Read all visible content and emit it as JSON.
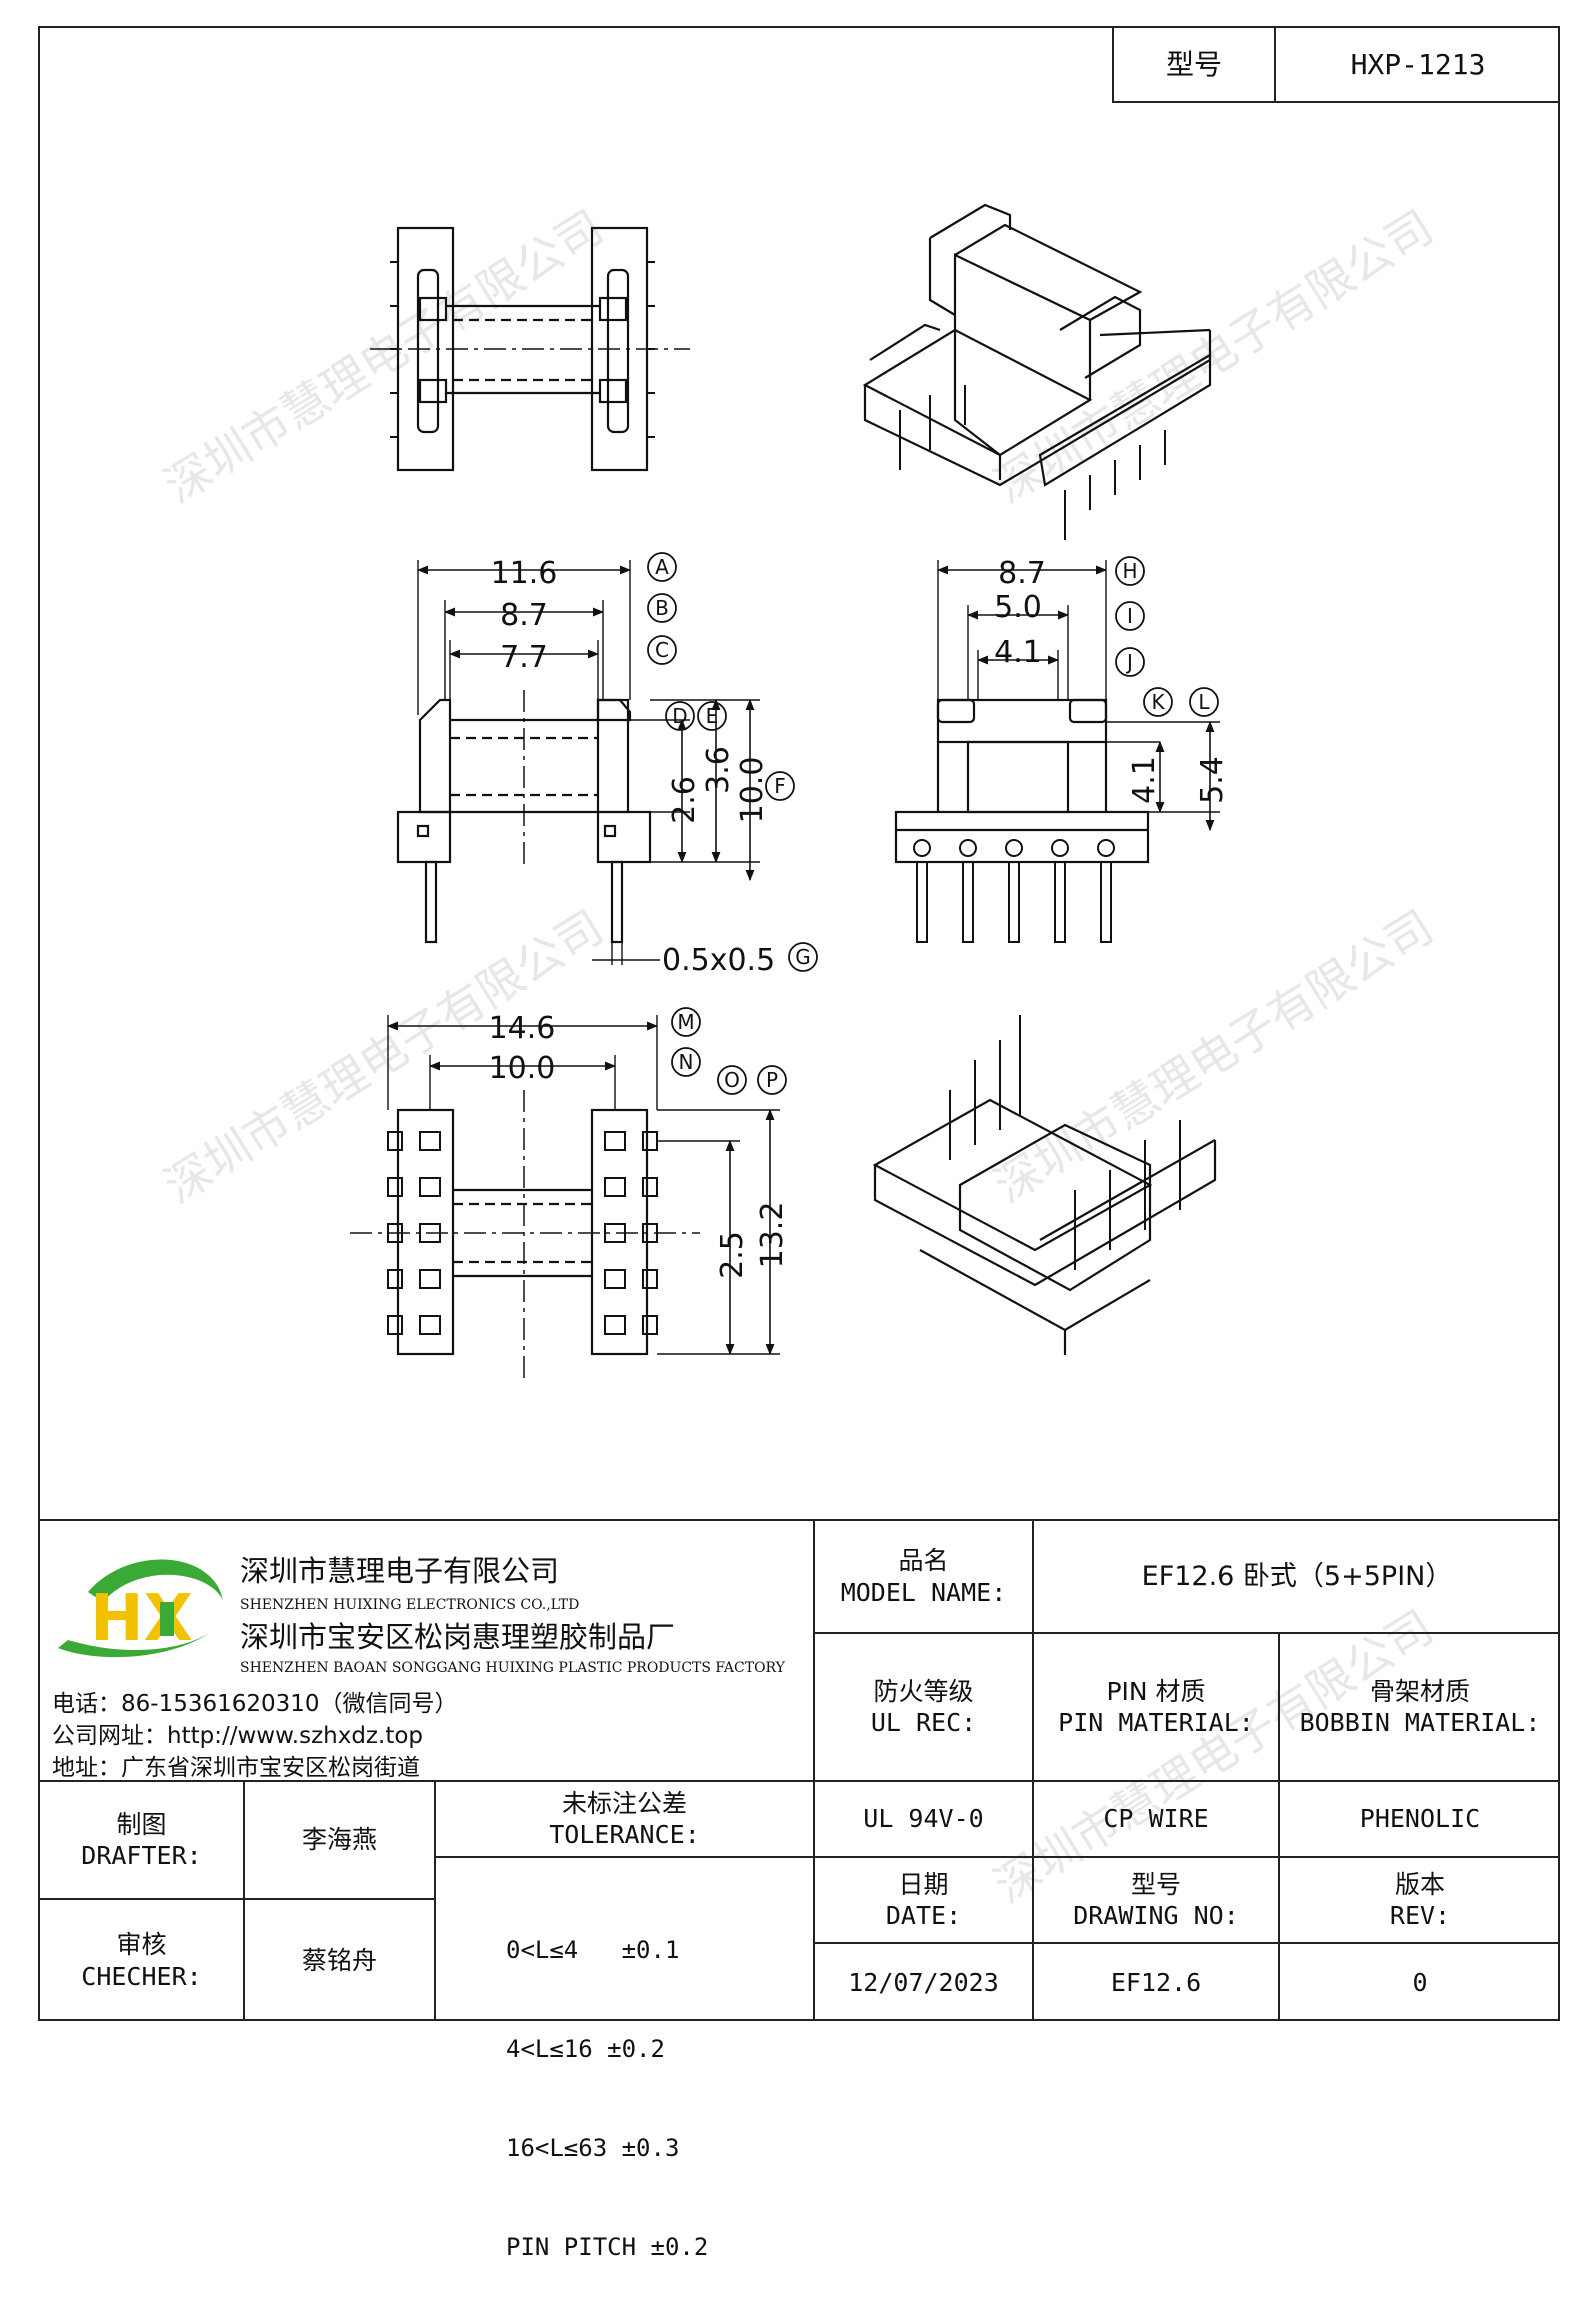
{
  "header": {
    "model_label": "型号",
    "model_value": "HXP-1213"
  },
  "drawing": {
    "dims_front": [
      "11.6",
      "8.7",
      "7.7",
      "2.6",
      "3.6",
      "10.0",
      "0.5x0.5"
    ],
    "dims_side": [
      "8.7",
      "5.0",
      "4.1",
      "4.1",
      "5.4"
    ],
    "dims_bottom": [
      "14.6",
      "10.0",
      "2.5",
      "13.2"
    ],
    "markers": [
      "A",
      "B",
      "C",
      "D",
      "E",
      "F",
      "G",
      "H",
      "I",
      "J",
      "K",
      "L",
      "M",
      "N",
      "O",
      "P"
    ]
  },
  "watermark": "深圳市慧理电子有限公司",
  "company": {
    "logo_text": "HX",
    "name_cn": "深圳市慧理电子有限公司",
    "name_en": "SHENZHEN HUIXING ELECTRONICS CO.,LTD",
    "factory_cn": "深圳市宝安区松岗惠理塑胶制品厂",
    "factory_en": "SHENZHEN BAOAN SONGGANG HUIXING PLASTIC PRODUCTS FACTORY",
    "phone": "电话：86-15361620310（微信同号）",
    "website": "公司网址：http://www.szhxdz.top",
    "address": "地址：广东省深圳市宝安区松岗街道",
    "colors": {
      "logo_green": "#3aa935",
      "logo_yellow": "#f2c200"
    }
  },
  "titleblock": {
    "product_name_label_cn": "品名",
    "product_name_label_en": "MODEL NAME:",
    "product_name_value": "EF12.6 卧式（5+5PIN）",
    "ul_label_cn": "防火等级",
    "ul_label_en": "UL REC:",
    "ul_value": "UL 94V-0",
    "pin_label_cn": "PIN 材质",
    "pin_label_en": "PIN MATERIAL:",
    "pin_value": "CP WIRE",
    "bobbin_label_cn": "骨架材质",
    "bobbin_label_en": "BOBBIN MATERIAL:",
    "bobbin_value": "PHENOLIC",
    "drafter_label_cn": "制图",
    "drafter_label_en": "DRAFTER:",
    "drafter_value": "李海燕",
    "checker_label_cn": "审核",
    "checker_label_en": "CHECHER:",
    "checker_value": "蔡铭舟",
    "tolerance_label_cn": "未标注公差",
    "tolerance_label_en": "TOLERANCE:",
    "tolerances": [
      "0<L≤4   ±0.1",
      "4<L≤16 ±0.2",
      "16<L≤63 ±0.3",
      "PIN PITCH ±0.2"
    ],
    "date_label_cn": "日期",
    "date_label_en": "DATE:",
    "date_value": "12/07/2023",
    "drawing_no_label_cn": "型号",
    "drawing_no_label_en": "DRAWING NO:",
    "drawing_no_value": "EF12.6",
    "rev_label_cn": "版本",
    "rev_label_en": "REV:",
    "rev_value": "0"
  }
}
